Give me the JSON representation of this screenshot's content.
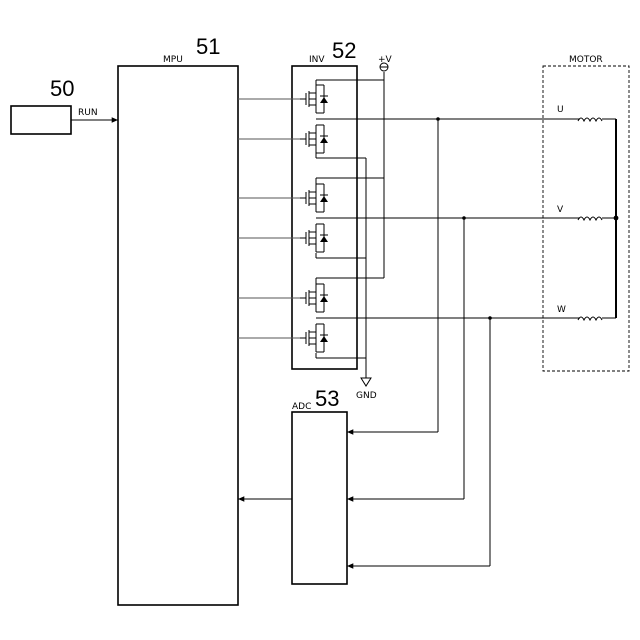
{
  "blocks": {
    "run_source": {
      "ref": "50",
      "signal": "RUN"
    },
    "mpu": {
      "ref": "51",
      "label": "MPU"
    },
    "inverter": {
      "ref": "52",
      "label": "INV",
      "supply": "+V",
      "ground": "GND"
    },
    "adc": {
      "ref": "53",
      "label": "ADC"
    },
    "motor": {
      "label": "MOTOR",
      "phases": [
        "U",
        "V",
        "W"
      ]
    }
  }
}
